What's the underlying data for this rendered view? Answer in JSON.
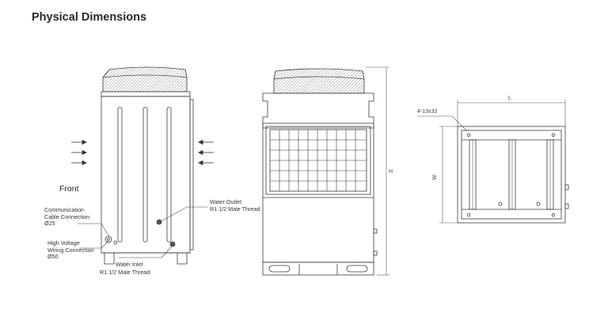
{
  "title": "Physical Dimensions",
  "front_view": {
    "label": "Front",
    "callouts": {
      "comm_line1": "Communication",
      "comm_line2": "Cable Connection",
      "comm_line3": "Ø25",
      "hv_line1": "High Voltage",
      "hv_line2": "Wiring Connection",
      "hv_line3": "Ø50",
      "outlet_line1": "Water Outlet",
      "outlet_line2": "R1 1/2 Male Thread",
      "inlet_line1": "Water Inlet",
      "inlet_line2": "R1 1/2 Male Thread"
    }
  },
  "side_view": {
    "height_label": "H"
  },
  "top_view": {
    "length_label": "L",
    "width_label": "W",
    "hole_label": "4-13x33"
  }
}
